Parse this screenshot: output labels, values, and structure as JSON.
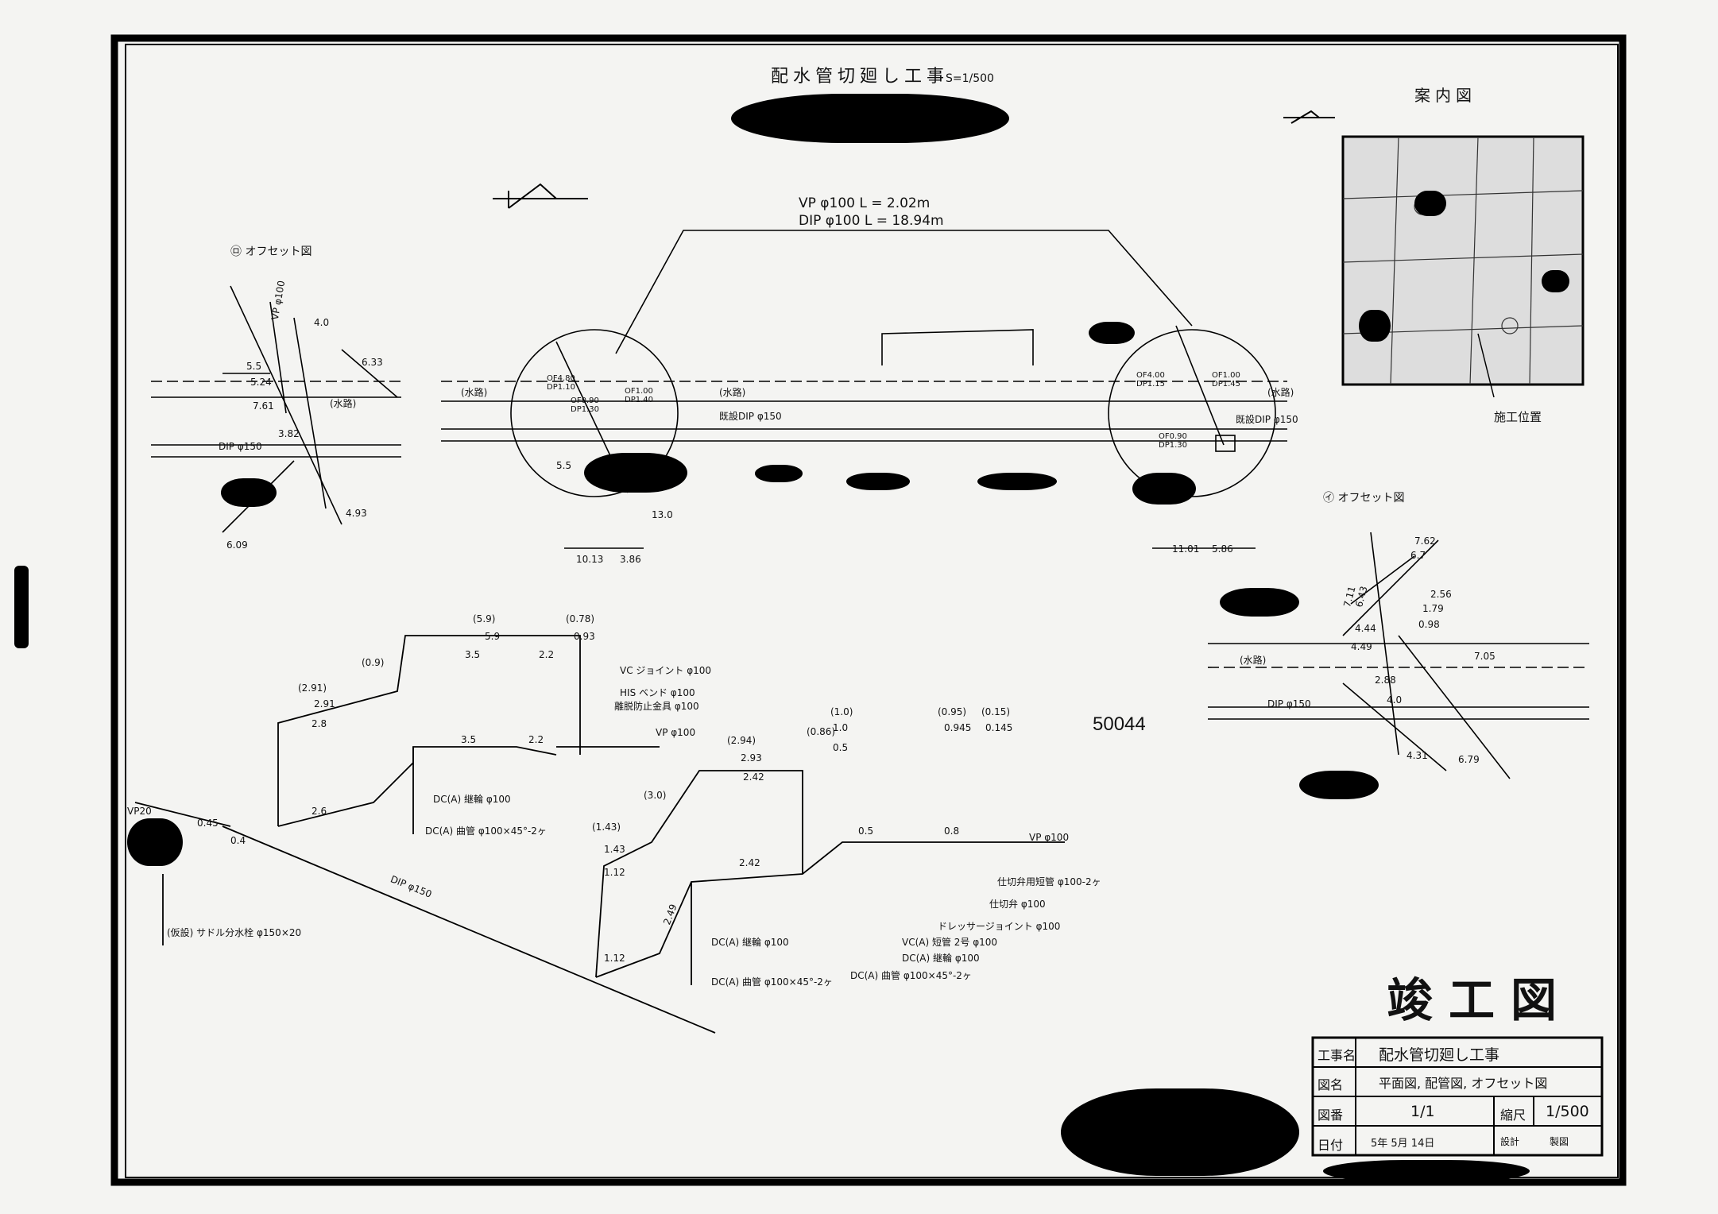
{
  "drawing": {
    "title": "配水管切廻し工事",
    "scale": "S=1/500",
    "sheet_id": "50044",
    "as_built_label": "竣工図",
    "pipe_length_vp": "VP φ100  L = 2.02m",
    "pipe_length_dip": "DIP φ100  L = 18.94m"
  },
  "location_map": {
    "title": "案内図",
    "site_label": "施工位置"
  },
  "offset_labels": {
    "ro": "㋺ オフセット図",
    "i": "㋑ オフセット図"
  },
  "plan_labels": {
    "waterway_left": "(水路)",
    "waterway_mid": "(水路)",
    "waterway_right": "(水路)",
    "main_left": "既設DIP φ150",
    "main_right": "既設DIP φ150",
    "of1": "OF4.80",
    "dp1": "DP1.10",
    "of2": "OF1.00",
    "dp2": "DP1.40",
    "of3": "OF0.90",
    "dp3": "DP1.30",
    "of4": "OF4.00",
    "dp4": "DP1.15",
    "of5": "OF1.00",
    "dp5": "DP1.45",
    "of6": "OF0.90",
    "dp6": "DP1.30",
    "dim_1013": "10.13",
    "dim_386": "3.86",
    "dim_1101": "11.01",
    "dim_586": "5.86",
    "dim_130": "13.0",
    "dim_55": "5.5"
  },
  "offset_ro": {
    "dip": "DIP φ150",
    "vp": "VP φ100",
    "waterway": "(水路)",
    "d55": "5.5",
    "d524": "5.24",
    "d761": "7.61",
    "d633": "6.33",
    "d40": "4.0",
    "d382": "3.82",
    "d493": "4.93",
    "d609": "6.09"
  },
  "offset_i": {
    "dip": "DIP φ150",
    "waterway": "(水路)",
    "d762": "7.62",
    "d67": "6.7",
    "d256": "2.56",
    "d179": "1.79",
    "d098": "0.98",
    "d444": "4.44",
    "d449": "4.49",
    "d705": "7.05",
    "d288": "2.88",
    "d40": "4.0",
    "d431": "4.31",
    "d679": "6.79",
    "d711": "7.11",
    "d643": "6.43"
  },
  "piping_labels": {
    "vc_joint": "VC ジョイント φ100",
    "his_bend": "HIS ベンド φ100",
    "離脱防止金具": "離脱防止金具 φ100",
    "dc_sleeve": "DC(A) 継輪 φ100",
    "dc_bend": "DC(A) 曲管 φ100×45°-2ヶ",
    "saddle": "(仮設) サドル分水栓 φ150×20",
    "dip150": "DIP φ150",
    "vp20": "VP20",
    "vp100_1": "VP φ100",
    "vp100_2": "VP φ100",
    "dc_sleeve2": "DC(A) 継輪 φ100",
    "dc_bend2": "DC(A) 曲管 φ100×45°-2ヶ",
    "vc_short": "VC(A) 短管 2号 φ100",
    "dc_sleeve3": "DC(A) 継輪 φ100",
    "dc_bend3": "DC(A) 曲管 φ100×45°-2ヶ",
    "valve_short": "仕切弁用短管 φ100-2ヶ",
    "valve": "仕切弁 φ100",
    "dresser": "ドレッサージョイント φ100",
    "p59a": "(5.9)",
    "p59b": "5.9",
    "p078": "(0.78)",
    "p093": "0.93",
    "p291a": "(2.91)",
    "p291b": "2.91",
    "p28": "2.8",
    "p09": "(0.9)",
    "p35a": "3.5",
    "p35b": "3.5",
    "p22a": "2.2",
    "p22b": "2.2",
    "p26": "2.6",
    "p045": "0.45",
    "p04": "0.4",
    "p294": "(2.94)",
    "p293": "2.93",
    "p242a": "2.42",
    "p242b": "2.42",
    "p086": "(0.86)",
    "p10a": "(1.0)",
    "p10b": "1.0",
    "p095": "(0.95)",
    "p0945": "0.945",
    "p015": "(0.15)",
    "p0145": "0.145",
    "p143a": "(1.43)",
    "p143b": "1.43",
    "p112a": "1.12",
    "p112b": "1.12",
    "p30": "(3.0)",
    "p249": "2.49",
    "p05a": "0.5",
    "p05b": "0.5",
    "p08": "0.8"
  },
  "title_block": {
    "row1_label": "工事名",
    "row1_value": "配水管切廻し工事",
    "row2_label": "図名",
    "row2_value": "平面図, 配管図, オフセット図",
    "row3_label": "図番",
    "row3_value": "1/1",
    "row3_scale_label": "縮尺",
    "row3_scale_value": "1/500",
    "row4_label": "日付",
    "row4_value": "5年 5月 14日",
    "row4_design": "設計",
    "row4_made": "製図"
  }
}
